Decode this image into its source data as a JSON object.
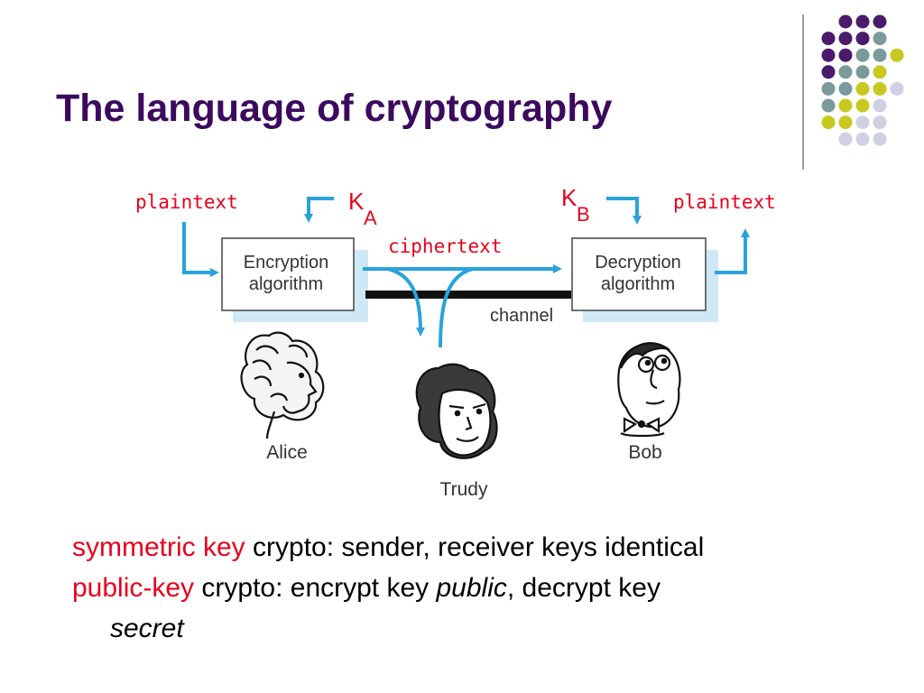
{
  "title": "The language of cryptography",
  "labels": {
    "plaintext_left": "plaintext",
    "plaintext_right": "plaintext",
    "ciphertext": "ciphertext",
    "key_a_letter": "K",
    "key_a_sub": "A",
    "key_b_letter": "K",
    "key_b_sub": "B",
    "encryption_line1": "Encryption",
    "encryption_line2": "algorithm",
    "decryption_line1": "Decryption",
    "decryption_line2": "algorithm",
    "channel": "channel",
    "alice": "Alice",
    "trudy": "Trudy",
    "bob": "Bob"
  },
  "bullets": {
    "b1_highlight": "symmetric key",
    "b1_rest": " crypto: sender, receiver keys identical",
    "b2_highlight": "public-key",
    "b2_rest": " crypto: encrypt key ",
    "b2_italic": "public",
    "b2_rest2": ", decrypt key",
    "b2_cont": "secret"
  },
  "colors": {
    "title": "#3b0a5e",
    "highlight": "#e8001c",
    "arrow": "#2aa3dc",
    "box_shadow": "#cfe8f6",
    "dot_purple": "#4a1a6b",
    "dot_teal": "#7a9a9c",
    "dot_yellow": "#c8c820",
    "dot_lavender": "#d0d0e4"
  }
}
